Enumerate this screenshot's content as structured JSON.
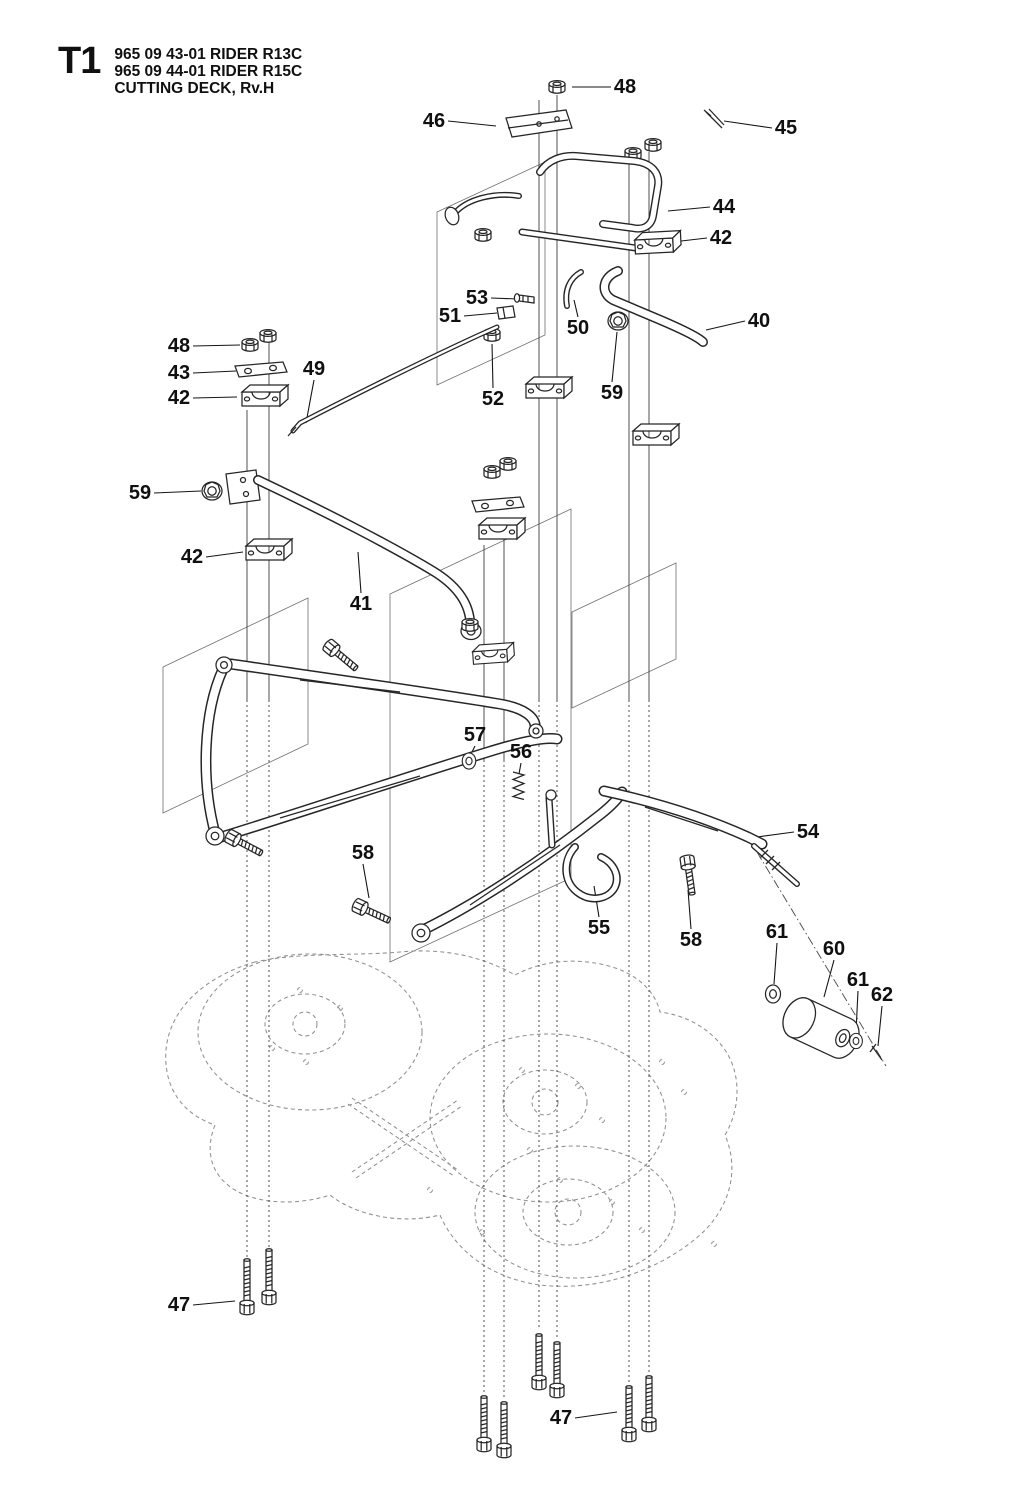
{
  "title_block": {
    "sheet_code": "T1",
    "model_line1": "965 09 43-01 RIDER R13C",
    "model_line2": "965 09 44-01 RIDER R15C",
    "drawing_title": "CUTTING DECK, Rv.H"
  },
  "callouts": [
    {
      "label": "48"
    },
    {
      "label": "46"
    },
    {
      "label": "45"
    },
    {
      "label": "44"
    },
    {
      "label": "42"
    },
    {
      "label": "53"
    },
    {
      "label": "51"
    },
    {
      "label": "50"
    },
    {
      "label": "40"
    },
    {
      "label": "48"
    },
    {
      "label": "43"
    },
    {
      "label": "42"
    },
    {
      "label": "49"
    },
    {
      "label": "52"
    },
    {
      "label": "59"
    },
    {
      "label": "59"
    },
    {
      "label": "42"
    },
    {
      "label": "41"
    },
    {
      "label": "57"
    },
    {
      "label": "56"
    },
    {
      "label": "54"
    },
    {
      "label": "58"
    },
    {
      "label": "55"
    },
    {
      "label": "58"
    },
    {
      "label": "61"
    },
    {
      "label": "60"
    },
    {
      "label": "61"
    },
    {
      "label": "62"
    },
    {
      "label": "47"
    },
    {
      "label": "47"
    }
  ],
  "colors": {
    "line": "#262626",
    "deck_hidden_line": "#8f8f8f",
    "label_text": "#101010",
    "background": "#ffffff"
  }
}
